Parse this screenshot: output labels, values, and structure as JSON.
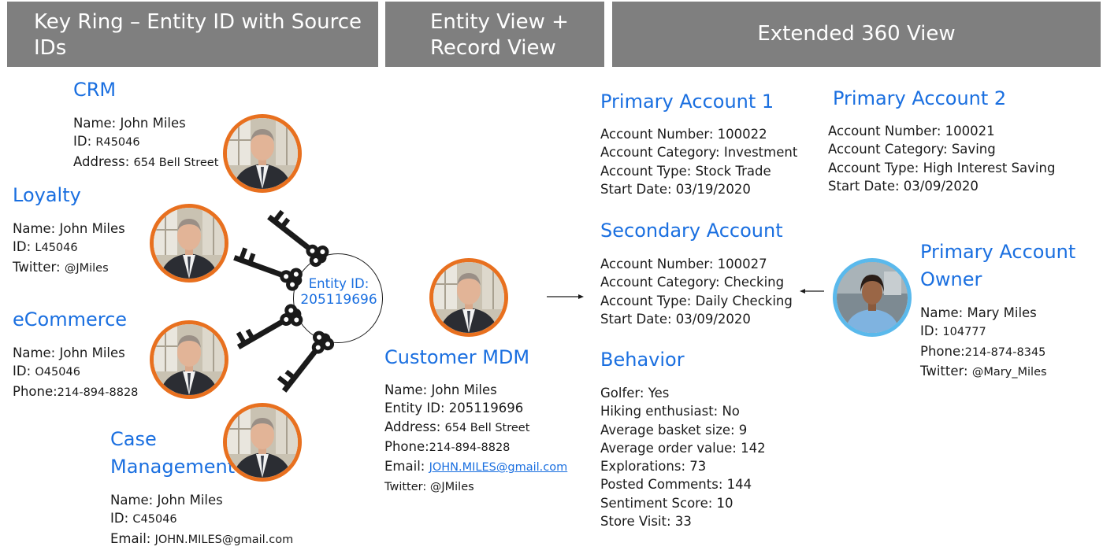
{
  "headers": {
    "key_ring": "Key Ring – Entity ID with Source IDs",
    "entity_view": "Entity View + Record View",
    "extended_view": "Extended 360 View"
  },
  "sources": {
    "crm": {
      "title": "CRM",
      "rows": [
        {
          "label": "Name: ",
          "value": "John Miles"
        },
        {
          "label": "ID: ",
          "value": "R45046"
        },
        {
          "label": "Address: ",
          "value": "654 Bell Street"
        }
      ]
    },
    "loyalty": {
      "title": "Loyalty",
      "rows": [
        {
          "label": "Name: ",
          "value": "John Miles"
        },
        {
          "label": "ID: ",
          "value": "L45046"
        },
        {
          "label": "Twitter: ",
          "value": "@JMiles"
        }
      ]
    },
    "ecommerce": {
      "title": "eCommerce",
      "rows": [
        {
          "label": "Name: ",
          "value": "John Miles"
        },
        {
          "label": "ID: ",
          "value": "O45046"
        },
        {
          "label": "Phone:",
          "value": "214-894-8828"
        }
      ]
    },
    "case_management": {
      "title": "Case Management",
      "rows": [
        {
          "label": "Name: ",
          "value": "John Miles"
        },
        {
          "label": "ID: ",
          "value": "C45046"
        },
        {
          "label": "Email: ",
          "value": "JOHN.MILES@gmail.com"
        }
      ]
    }
  },
  "entity": {
    "label": "Entity ID:",
    "id": "205119696"
  },
  "customer_mdm": {
    "title": "Customer MDM",
    "rows": [
      {
        "label": "Name: ",
        "value": "John Miles"
      },
      {
        "label": "Entity ID: ",
        "value": "205119696"
      },
      {
        "label": "Address: ",
        "value": "654 Bell Street"
      },
      {
        "label": "Phone:",
        "value": "214-894-8828"
      },
      {
        "label": "Email: ",
        "value": "JOHN.MILES@gmail.com"
      },
      {
        "label": "Twitter: ",
        "value": "@JMiles"
      }
    ]
  },
  "primary_account_1": {
    "title": "Primary Account 1",
    "rows": [
      "Account Number: 100022",
      "Account Category: Investment",
      "Account Type: Stock Trade",
      "Start Date: 03/19/2020"
    ]
  },
  "primary_account_2": {
    "title": "Primary Account 2",
    "rows": [
      "Account Number: 100021",
      "Account Category: Saving",
      "Account Type: High Interest Saving",
      "Start Date: 03/09/2020"
    ]
  },
  "secondary_account": {
    "title": "Secondary Account",
    "rows": [
      "Account Number: 100027",
      "Account Category: Checking",
      "Account Type: Daily Checking",
      "Start Date: 03/09/2020"
    ]
  },
  "behavior": {
    "title": "Behavior",
    "rows": [
      "Golfer: Yes",
      "Hiking enthusiast: No",
      "Average basket size: 9",
      "Average order value: 142",
      "Explorations: 73",
      "Posted Comments: 144",
      "Sentiment Score: 10",
      "Store Visit: 33"
    ]
  },
  "owner": {
    "title_line1": "Primary Account",
    "title_line2": "Owner",
    "rows": [
      {
        "label": "Name: ",
        "value": "Mary Miles"
      },
      {
        "label": "ID: ",
        "value": "104777"
      },
      {
        "label": "Phone:",
        "value": "214-874-8345"
      },
      {
        "label": "Twitter: ",
        "value": "@Mary_Miles"
      }
    ]
  },
  "colors": {
    "header_bg": "#7f7f7f",
    "title_blue": "#1a6fe0",
    "avatar_ring": "#e8701f",
    "owner_ring": "#5ab9ec"
  }
}
